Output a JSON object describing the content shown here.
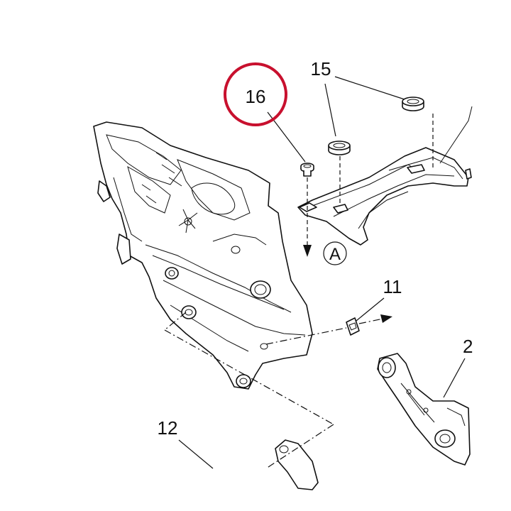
{
  "callouts": {
    "c16": "16",
    "c15": "15",
    "c11": "11",
    "c12": "12",
    "c2": "2"
  },
  "view_reference": "A",
  "highlight": {
    "color": "#c8102e"
  }
}
